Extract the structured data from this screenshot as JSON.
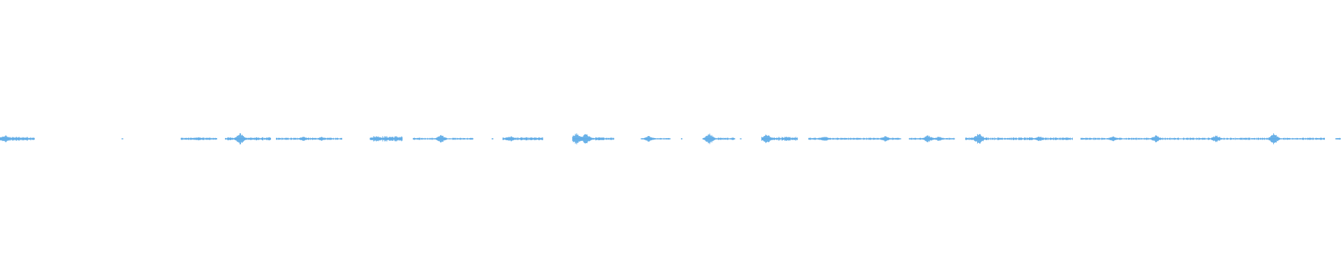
{
  "waveform": {
    "color": "#5aa9e6",
    "segments": [
      {
        "start": 0.0,
        "end": 0.026,
        "amp": 0.3,
        "peaks": [
          {
            "at": 0.004,
            "amp": 0.55
          }
        ]
      },
      {
        "start": 0.091,
        "end": 0.092,
        "amp": 0.1,
        "peaks": []
      },
      {
        "start": 0.135,
        "end": 0.162,
        "amp": 0.18,
        "peaks": [
          {
            "at": 0.148,
            "amp": 0.3
          }
        ]
      },
      {
        "start": 0.168,
        "end": 0.202,
        "amp": 0.22,
        "peaks": [
          {
            "at": 0.179,
            "amp": 0.85
          }
        ]
      },
      {
        "start": 0.206,
        "end": 0.255,
        "amp": 0.16,
        "peaks": [
          {
            "at": 0.226,
            "amp": 0.35
          },
          {
            "at": 0.24,
            "amp": 0.3
          }
        ]
      },
      {
        "start": 0.276,
        "end": 0.3,
        "amp": 0.4,
        "peaks": [
          {
            "at": 0.281,
            "amp": 0.45
          }
        ]
      },
      {
        "start": 0.308,
        "end": 0.353,
        "amp": 0.15,
        "peaks": [
          {
            "at": 0.329,
            "amp": 0.6
          }
        ]
      },
      {
        "start": 0.367,
        "end": 0.368,
        "amp": 0.12,
        "peaks": []
      },
      {
        "start": 0.375,
        "end": 0.405,
        "amp": 0.22,
        "peaks": [
          {
            "at": 0.381,
            "amp": 0.4
          }
        ]
      },
      {
        "start": 0.427,
        "end": 0.458,
        "amp": 0.22,
        "peaks": [
          {
            "at": 0.43,
            "amp": 0.9
          },
          {
            "at": 0.437,
            "amp": 0.8
          }
        ]
      },
      {
        "start": 0.478,
        "end": 0.5,
        "amp": 0.12,
        "peaks": [
          {
            "at": 0.484,
            "amp": 0.5
          }
        ]
      },
      {
        "start": 0.508,
        "end": 0.509,
        "amp": 0.14,
        "peaks": []
      },
      {
        "start": 0.524,
        "end": 0.548,
        "amp": 0.18,
        "peaks": [
          {
            "at": 0.529,
            "amp": 0.85
          }
        ]
      },
      {
        "start": 0.552,
        "end": 0.553,
        "amp": 0.1,
        "peaks": []
      },
      {
        "start": 0.568,
        "end": 0.595,
        "amp": 0.28,
        "peaks": [
          {
            "at": 0.572,
            "amp": 0.75
          }
        ]
      },
      {
        "start": 0.603,
        "end": 0.672,
        "amp": 0.16,
        "peaks": [
          {
            "at": 0.615,
            "amp": 0.4
          },
          {
            "at": 0.66,
            "amp": 0.45
          }
        ]
      },
      {
        "start": 0.678,
        "end": 0.712,
        "amp": 0.15,
        "peaks": [
          {
            "at": 0.692,
            "amp": 0.55
          },
          {
            "at": 0.7,
            "amp": 0.35
          }
        ]
      },
      {
        "start": 0.72,
        "end": 0.8,
        "amp": 0.2,
        "peaks": [
          {
            "at": 0.73,
            "amp": 0.9
          },
          {
            "at": 0.775,
            "amp": 0.4
          }
        ]
      },
      {
        "start": 0.806,
        "end": 0.988,
        "amp": 0.16,
        "peaks": [
          {
            "at": 0.83,
            "amp": 0.35
          },
          {
            "at": 0.862,
            "amp": 0.55
          },
          {
            "at": 0.907,
            "amp": 0.55
          },
          {
            "at": 0.95,
            "amp": 0.85
          }
        ]
      },
      {
        "start": 0.996,
        "end": 1.0,
        "amp": 0.14,
        "peaks": []
      }
    ]
  }
}
